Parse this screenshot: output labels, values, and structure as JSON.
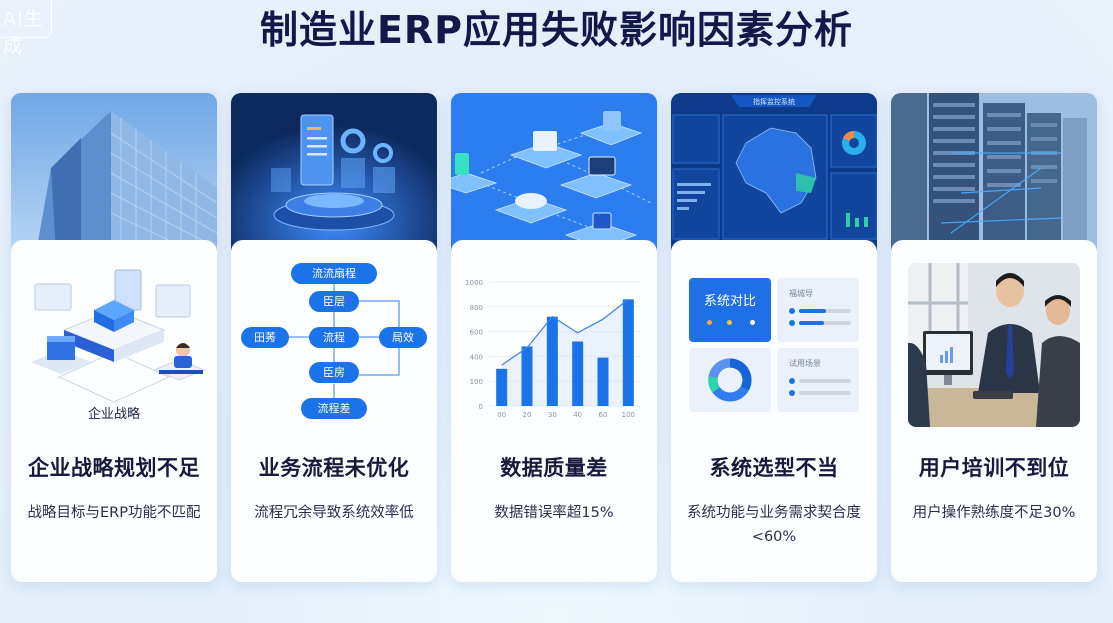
{
  "badge": "AI生成",
  "title": "制造业ERP应用失败影响因素分析",
  "colors": {
    "title": "#13184a",
    "accent_blue": "#1a73e8",
    "card_bg": "#fdfeff",
    "page_bg": "#e6f0fa"
  },
  "cards": [
    {
      "hero": "glass-office-building",
      "illustration_label": "企业战略",
      "title": "企业战略规划不足",
      "desc": "战略目标与ERP功能不匹配"
    },
    {
      "hero": "holographic-document-platform",
      "flow": {
        "top": "流流扇程",
        "n1": "臣层",
        "left": "田莠",
        "center": "流程",
        "right": "局效",
        "n3": "臣房",
        "bottom": "流程差"
      },
      "title": "业务流程未优化",
      "desc": "流程冗余导致系统效率低"
    },
    {
      "hero": "isometric-network-devices",
      "title": "数据质量差",
      "desc": "数据错误率超15%"
    },
    {
      "hero": "data-dashboard-map",
      "hero_title": "指挥监控系统",
      "tiles": {
        "compare": "系统对比",
        "top_right": "福城导",
        "bottom_right": "试用场景"
      },
      "title": "系统选型不当",
      "desc": "系统功能与业务需求契合度<60%"
    },
    {
      "hero": "server-racks",
      "illustration": "office-training-photo",
      "title": "用户培训不到位",
      "desc": "用户操作熟练度不足30%"
    }
  ],
  "chart_data": {
    "type": "bar",
    "title": "",
    "categories": [
      "00",
      "20",
      "30",
      "40",
      "60",
      "100"
    ],
    "series": [
      {
        "name": "bars",
        "type": "bar",
        "values": [
          300,
          480,
          720,
          520,
          390,
          860
        ]
      },
      {
        "name": "trend",
        "type": "line",
        "values": [
          330,
          470,
          720,
          590,
          700,
          860
        ]
      }
    ],
    "yticks": [
      "0",
      "100",
      "400",
      "600",
      "800",
      "1000"
    ],
    "ylim": [
      0,
      1000
    ],
    "xlabel": "",
    "ylabel": "",
    "grid": true
  }
}
